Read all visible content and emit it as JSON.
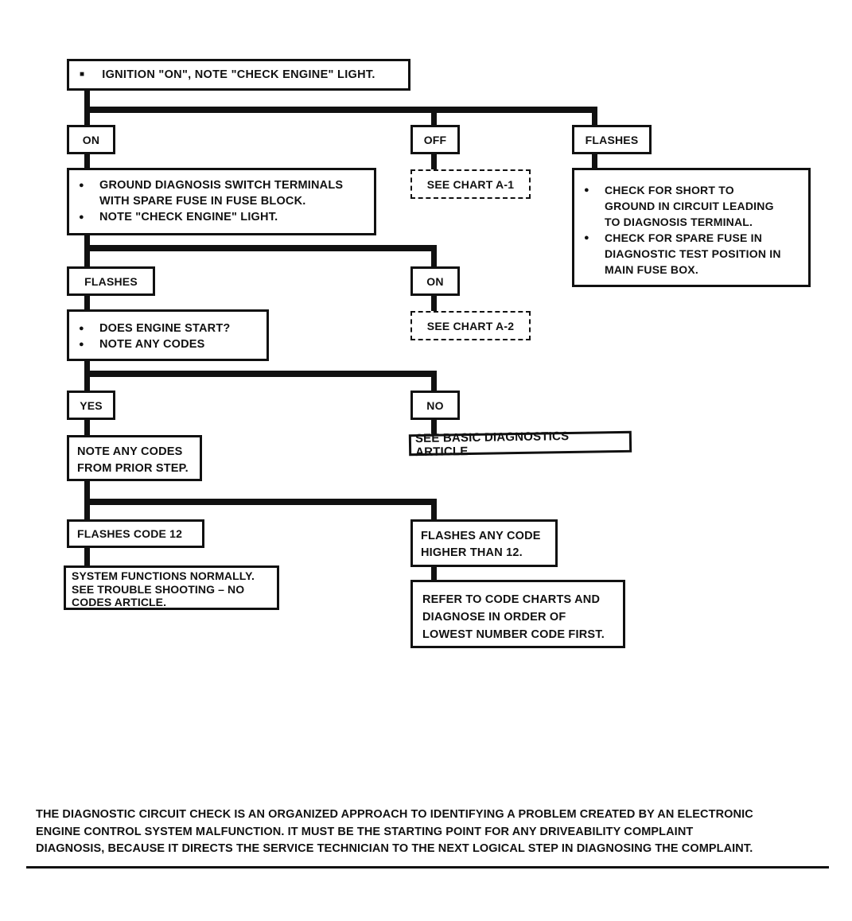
{
  "glyphs": {
    "square_bullet": "■",
    "round_bullet": "●"
  },
  "colors": {
    "ink": "#111111",
    "paper": "#ffffff"
  },
  "flowchart": {
    "start": "IGNITION \"ON\", NOTE \"CHECK ENGINE\" LIGHT.",
    "level1": {
      "on": "ON",
      "off": "OFF",
      "flashes": "FLASHES"
    },
    "ground_check": {
      "items": [
        "GROUND DIAGNOSIS SWITCH TERMINALS\nWITH SPARE FUSE IN FUSE BLOCK.",
        "NOTE \"CHECK ENGINE\" LIGHT."
      ]
    },
    "see_chart_a1": "SEE CHART A-1",
    "short_check": {
      "items": [
        "CHECK FOR SHORT TO\nGROUND IN CIRCUIT LEADING\nTO DIAGNOSIS TERMINAL.",
        "CHECK FOR SPARE FUSE IN\nDIAGNOSTIC TEST POSITION IN\nMAIN FUSE BOX."
      ]
    },
    "level2": {
      "flashes": "FLASHES",
      "on": "ON"
    },
    "engine_start": {
      "items": [
        "DOES ENGINE START?",
        "NOTE ANY CODES"
      ]
    },
    "see_chart_a2": "SEE CHART A-2",
    "level3": {
      "yes": "YES",
      "no": "NO"
    },
    "note_codes": "NOTE ANY CODES\nFROM PRIOR STEP.",
    "basic_diagnostics": "SEE BASIC DIAGNOSTICS ARTICLE.",
    "level4": {
      "code12": "FLASHES CODE 12",
      "higher": "FLASHES ANY CODE\nHIGHER THAN 12."
    },
    "system_normal": "SYSTEM FUNCTIONS NORMALLY.\nSEE TROUBLE SHOOTING – NO\nCODES ARTICLE.",
    "refer_code_charts": "REFER TO CODE CHARTS AND\nDIAGNOSE IN ORDER OF\nLOWEST NUMBER CODE FIRST."
  },
  "footer": {
    "paragraph": "THE DIAGNOSTIC CIRCUIT CHECK IS AN ORGANIZED APPROACH TO IDENTIFYING A PROBLEM CREATED BY AN ELECTRONIC\nENGINE CONTROL SYSTEM MALFUNCTION. IT MUST BE THE STARTING POINT FOR ANY DRIVEABILITY COMPLAINT\nDIAGNOSIS, BECAUSE IT DIRECTS THE SERVICE TECHNICIAN TO THE NEXT LOGICAL STEP IN DIAGNOSING THE COMPLAINT."
  }
}
